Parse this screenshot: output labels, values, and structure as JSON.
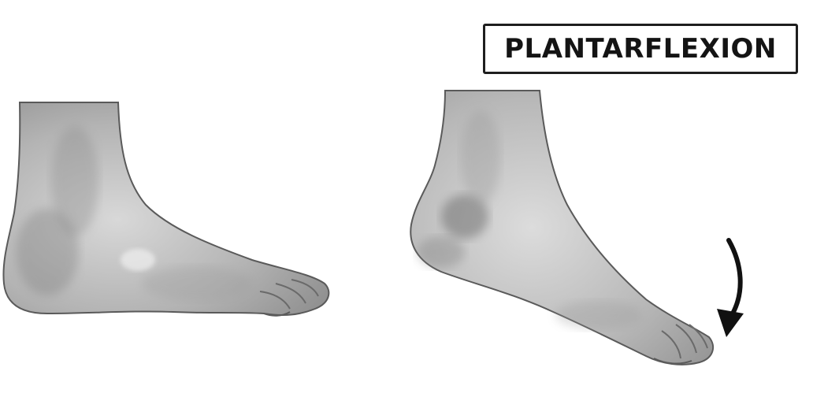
{
  "diagram": {
    "label": "PLANTARFLEXION",
    "colors": {
      "background": "#ffffff",
      "skin_light": "#d9d9d9",
      "skin_mid": "#a8a8a8",
      "skin_dark": "#6e6e6e",
      "outline": "#4a4a4a",
      "arrow": "#111111"
    },
    "panels": [
      {
        "name": "neutral-foot"
      },
      {
        "name": "plantarflexed-foot",
        "arrow": "downward-curved-arrow"
      }
    ]
  }
}
